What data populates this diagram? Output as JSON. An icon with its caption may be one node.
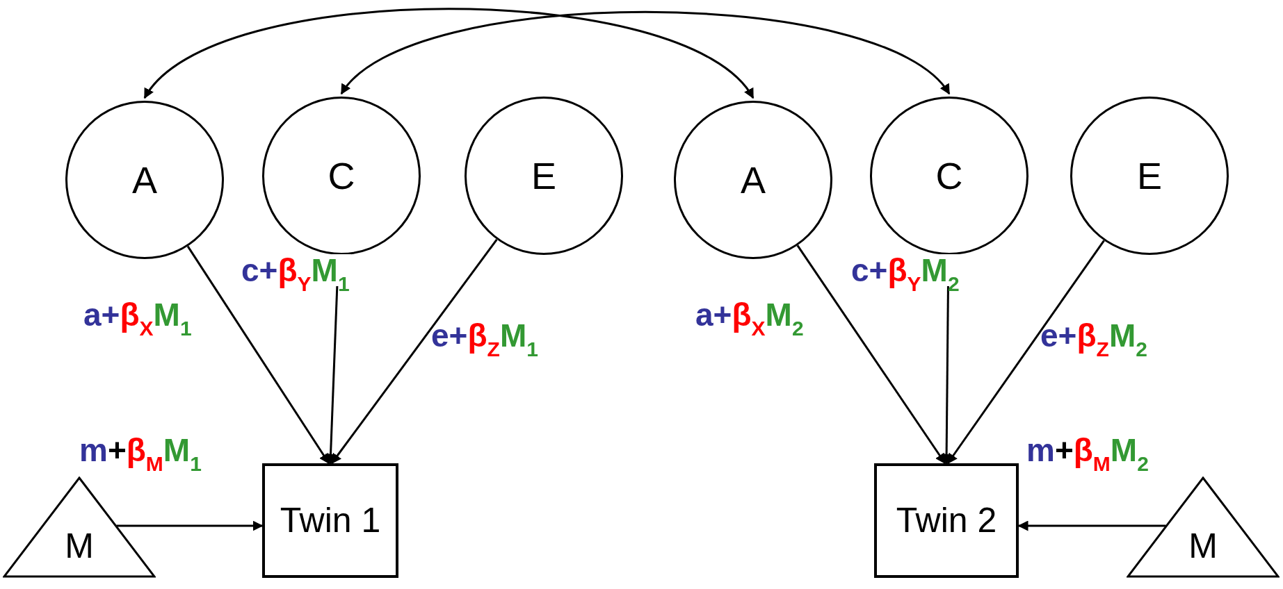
{
  "diagram": {
    "nodes": [
      {
        "text": [
          "A"
        ]
      },
      {
        "text": [
          "C"
        ]
      },
      {
        "text": [
          "E"
        ]
      },
      {
        "text": [
          "A"
        ]
      },
      {
        "text": [
          "C"
        ]
      },
      {
        "text": [
          "E"
        ]
      },
      {
        "text": [
          "M"
        ]
      },
      {
        "text": [
          "Twin 1"
        ]
      },
      {
        "text": [
          "Twin 2"
        ]
      },
      {
        "text": [
          "M"
        ]
      }
    ],
    "edges": [
      {
        "from": 0,
        "to": 3,
        "arrow": "both"
      },
      {
        "from": 1,
        "to": 4,
        "arrow": "both"
      },
      {
        "from": 0,
        "to": 7,
        "arrow": "to",
        "label": "a+β$_{X}$M$_{1}$"
      },
      {
        "from": 1,
        "to": 7,
        "arrow": "to",
        "label": "c+β$_{Y}$M$_{1}$"
      },
      {
        "from": 2,
        "to": 7,
        "arrow": "to",
        "label": "e+β$_{Z}$M$_{1}$"
      },
      {
        "from": 6,
        "to": 7,
        "arrow": "to",
        "label": "m+β$_{M}$M$_{1}$"
      },
      {
        "from": 3,
        "to": 8,
        "arrow": "to",
        "label": "a+β$_{X}$M$_{2}$"
      },
      {
        "from": 4,
        "to": 8,
        "arrow": "to",
        "label": "c+β$_{Y}$M$_{2}$"
      },
      {
        "from": 5,
        "to": 8,
        "arrow": "to",
        "label": "e+β$_{Z}$M$_{2}$"
      },
      {
        "from": 9,
        "to": 8,
        "arrow": "to",
        "label": "m+β$_{M}$M$_{2}$"
      }
    ]
  }
}
